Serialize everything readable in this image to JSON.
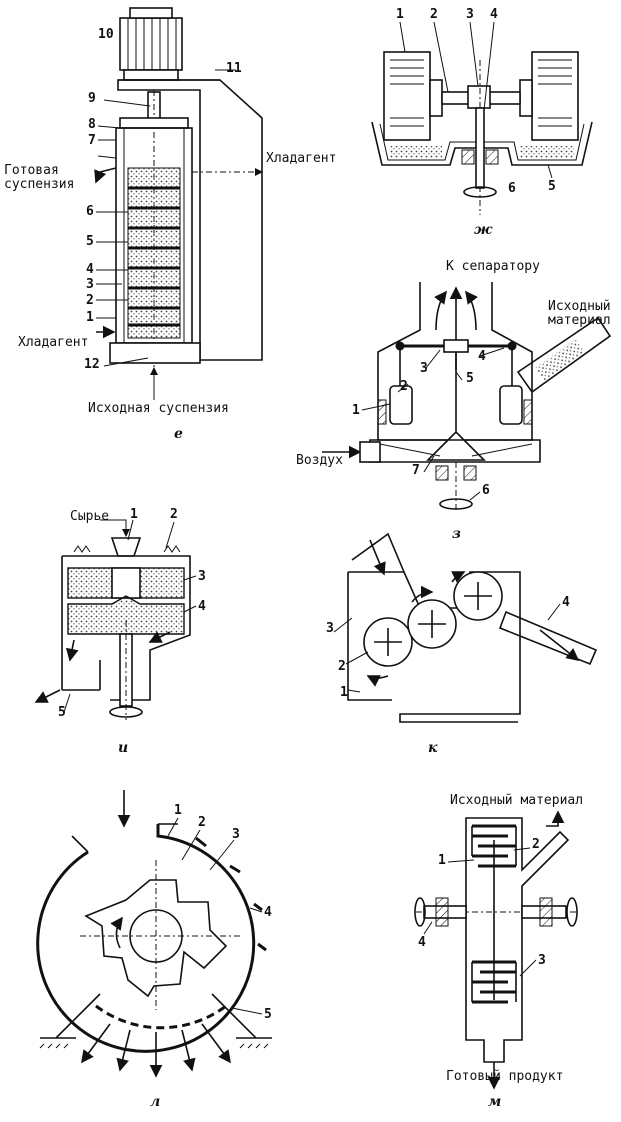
{
  "panels": {
    "e": {
      "caption": "е",
      "numbers": [
        "10",
        "11",
        "9",
        "8",
        "7",
        "6",
        "5",
        "4",
        "3",
        "2",
        "1",
        "12"
      ],
      "labels": {
        "ready_suspension": "Готовая\nсуспензия",
        "coolant_right": "Хладагент",
        "coolant_left": "Хладагент",
        "source_suspension": "Исходная суспензия"
      }
    },
    "zh": {
      "caption": "ж",
      "numbers": [
        "1",
        "2",
        "3",
        "4",
        "6",
        "5"
      ]
    },
    "z": {
      "caption": "з",
      "numbers": [
        "3",
        "4",
        "5",
        "2",
        "1",
        "7",
        "6"
      ],
      "labels": {
        "to_separator": "К сепаратору",
        "source_material": "Исходный\nматериал",
        "air": "Воздух"
      }
    },
    "i": {
      "caption": "и",
      "numbers": [
        "1",
        "2",
        "3",
        "4",
        "5"
      ],
      "labels": {
        "raw": "Сырье"
      }
    },
    "k": {
      "caption": "к",
      "numbers": [
        "3",
        "2",
        "1",
        "4"
      ]
    },
    "l": {
      "caption": "л",
      "numbers": [
        "1",
        "2",
        "3",
        "4",
        "5"
      ]
    },
    "m": {
      "caption": "м",
      "numbers": [
        "1",
        "2",
        "3",
        "4"
      ],
      "labels": {
        "source_material": "Исходный материал",
        "ready_product": "Готовый продукт"
      }
    }
  }
}
